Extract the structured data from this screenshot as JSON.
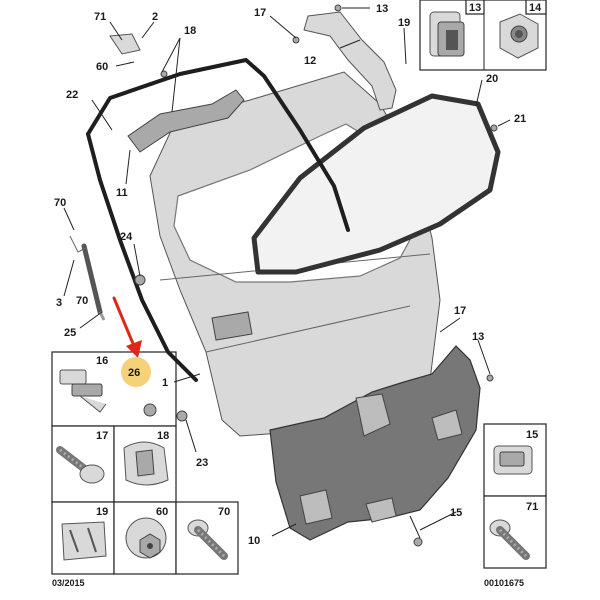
{
  "footer": {
    "date_code": "03/2015",
    "ref_code": "00101675"
  },
  "callouts": {
    "c71": "71",
    "c2": "2",
    "c60": "60",
    "c18": "18",
    "c17a": "17",
    "c13a": "13",
    "c19": "19",
    "c12": "12",
    "c20": "20",
    "c21": "21",
    "c22": "22",
    "c11": "11",
    "c70": "70",
    "c24": "24",
    "c3": "3",
    "c70b": "70",
    "c25": "25",
    "c26": "26",
    "c1": "1",
    "c23": "23",
    "c17b": "17",
    "c13b": "13",
    "c10": "10",
    "c15": "15"
  },
  "insets": {
    "top_right": [
      "13",
      "14"
    ],
    "left": [
      "16",
      "17",
      "18",
      "19",
      "60",
      "70"
    ],
    "right": [
      "15",
      "71"
    ]
  },
  "highlight": {
    "color": "#f5d27a",
    "arrow_color": "#e0251b"
  }
}
